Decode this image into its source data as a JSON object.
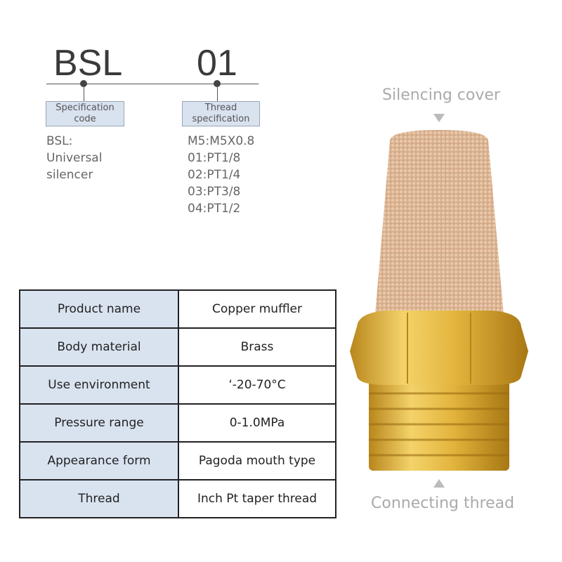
{
  "code": {
    "series": "BSL",
    "thread_code": "01"
  },
  "tags": {
    "spec": "Specification code",
    "thread": "Thread specification"
  },
  "spec_desc": [
    "BSL:",
    "Universal",
    "silencer"
  ],
  "thread_options": [
    "M5:M5X0.8",
    "01:PT1/8",
    "02:PT1/4",
    "03:PT3/8",
    "04:PT1/2"
  ],
  "table": [
    {
      "key": "Product name",
      "value": "Copper muffler"
    },
    {
      "key": "Body material",
      "value": "Brass"
    },
    {
      "key": "Use environment",
      "value": "‘-20-70°C"
    },
    {
      "key": "Pressure range",
      "value": "0-1.0MPa"
    },
    {
      "key": "Appearance form",
      "value": "Pagoda mouth type"
    },
    {
      "key": "Thread",
      "value": "Inch Pt taper thread"
    }
  ],
  "labels": {
    "top": "Silencing cover",
    "bottom": "Connecting thread"
  }
}
